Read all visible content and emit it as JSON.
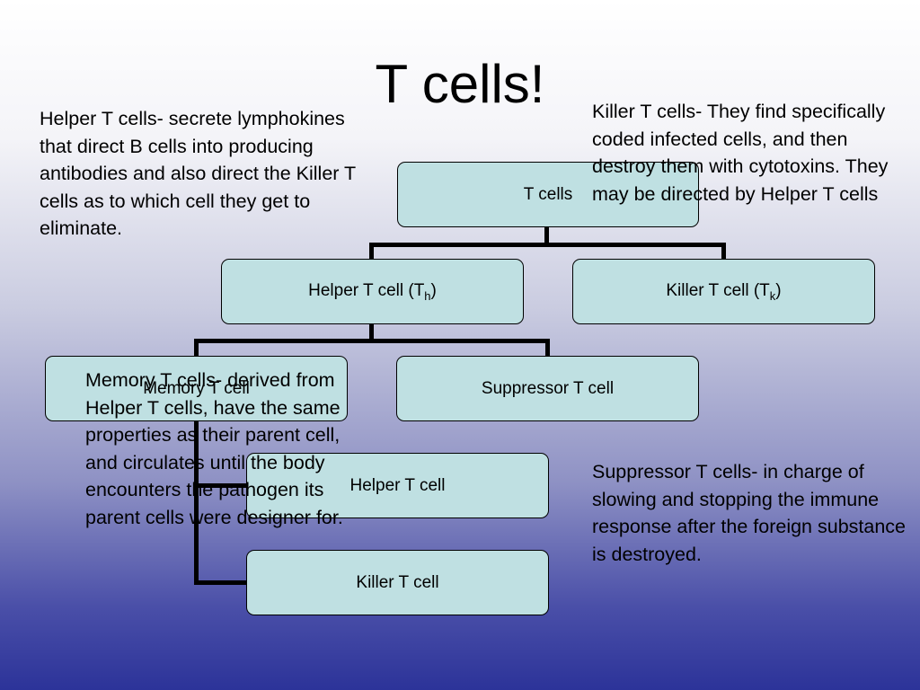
{
  "title": "T cells!",
  "notes": {
    "helper": "Helper T cells- secrete lymphokines that direct B cells into producing antibodies and also direct the Killer T cells as to which cell they get to eliminate.",
    "killer": "Killer T cells- They find specifically coded infected cells, and then destroy them with cytotoxins. They may be directed by Helper T cells",
    "memory": "Memory T cells- derived from Helper T cells, have the same properties as their parent cell, and circulates until the body encounters the pathogen its parent cells were designer for.",
    "suppressor": "Suppressor T cells- in charge of slowing and stopping  the immune response after the foreign substance is destroyed."
  },
  "boxes": {
    "root": "T cells",
    "helper": {
      "label": "Helper T cell (T",
      "sub": "h",
      "tail": ")"
    },
    "killer": {
      "label": "Killer T cell (T",
      "sub": "k",
      "tail": ")"
    },
    "memory": "Memory T cell",
    "suppressor": "Suppressor T cell",
    "mem_helper": "Helper T cell",
    "mem_killer": "Killer T cell"
  },
  "colors": {
    "box_fill": "#bfe0e2",
    "background_top": "#ffffff",
    "background_bottom": "#2c3399"
  }
}
